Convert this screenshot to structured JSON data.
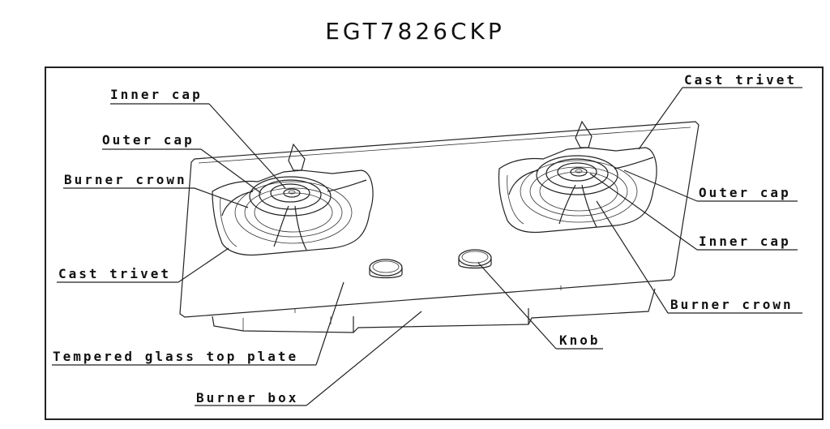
{
  "title": "EGT7826CKP",
  "labels": {
    "inner_cap_left": "Inner cap",
    "outer_cap_left": "Outer cap",
    "burner_crown_left": "Burner crown",
    "cast_trivet_left": "Cast trivet",
    "tempered_glass": "Tempered glass top plate",
    "burner_box": "Burner box",
    "cast_trivet_right": "Cast trivet",
    "outer_cap_right": "Outer cap",
    "inner_cap_right": "Inner cap",
    "burner_crown_right": "Burner crown",
    "knob": "Knob"
  }
}
